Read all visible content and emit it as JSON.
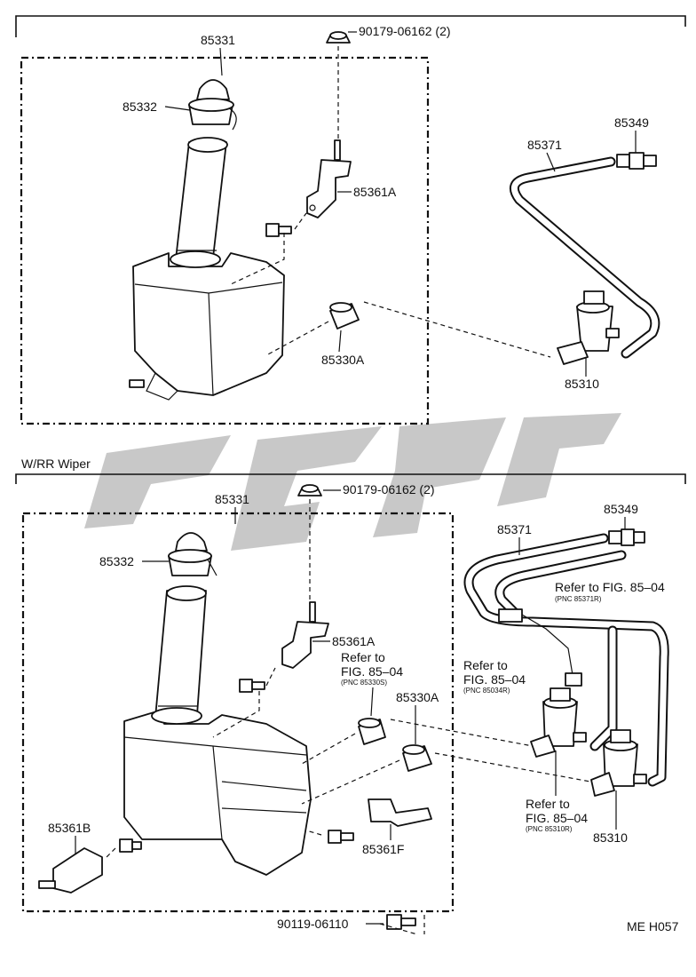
{
  "section1": {
    "tank_assy": "85331",
    "cap": "85332",
    "nut": "90179-06162 (2)",
    "bracket": "85361A",
    "grommet": "85330A",
    "hose": "85371",
    "joint": "85349",
    "motor": "85310"
  },
  "section2": {
    "title": "W/RR Wiper",
    "tank_assy": "85331",
    "cap": "85332",
    "nut": "90179-06162 (2)",
    "bracket_a": "85361A",
    "bracket_b": "85361B",
    "bracket_f": "85361F",
    "grommet": "85330A",
    "hose": "85371",
    "joint": "85349",
    "motor": "85310",
    "bolt": "90119-06110",
    "ref_grommet": {
      "line1": "Refer to",
      "line2": "FIG. 85–04",
      "pnc": "(PNC 85330S)"
    },
    "ref_hose": {
      "line1": "Refer to FIG. 85–04",
      "pnc": "(PNC 85371R)"
    },
    "ref_connector": {
      "line1": "Refer to",
      "line2": "FIG. 85–04",
      "pnc": "(PNC 85034R)"
    },
    "ref_motor": {
      "line1": "Refer to",
      "line2": "FIG. 85–04",
      "pnc": "(PNC 85310R)"
    }
  },
  "figure_code": "ME H057"
}
